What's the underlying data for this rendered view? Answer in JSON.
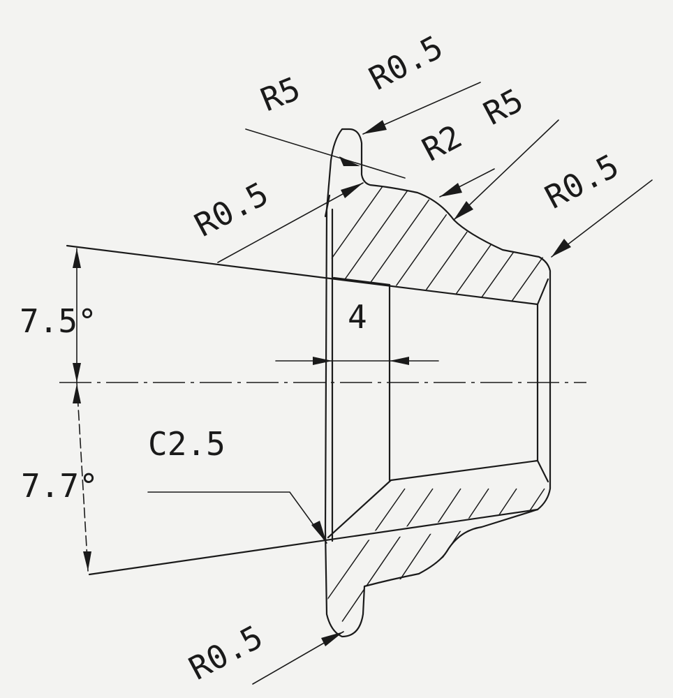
{
  "annotations": {
    "r05_top": "R0.5",
    "r5_top_left": "R5",
    "r2": "R2",
    "r5_top_right": "R5",
    "r05_left": "R0.5",
    "r05_right": "R0.5",
    "r05_bottom": "R0.5",
    "angle_upper": "7.5°",
    "angle_lower": "7.7°",
    "chamfer": "C2.5",
    "width": "4"
  }
}
